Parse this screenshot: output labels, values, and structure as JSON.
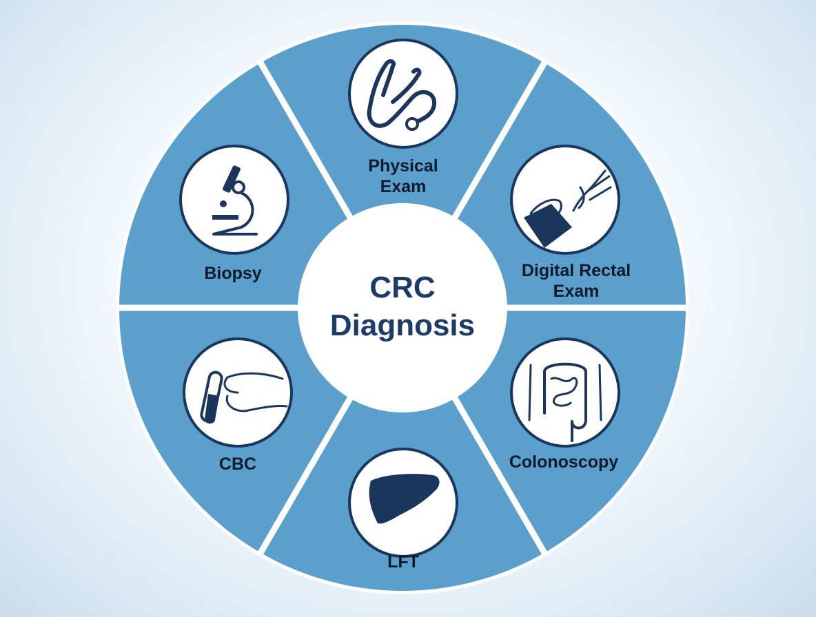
{
  "center": {
    "line1": "CRC",
    "line2": "Diagnosis"
  },
  "segments": [
    {
      "label_lines": [
        "Physical",
        "Exam"
      ],
      "icon": "stethoscope-icon"
    },
    {
      "label_lines": [
        "Digital Rectal",
        "Exam"
      ],
      "icon": "gloved-hand-icon"
    },
    {
      "label_lines": [
        "Colonoscopy"
      ],
      "icon": "intestine-icon"
    },
    {
      "label_lines": [
        "LFT"
      ],
      "icon": "liver-icon"
    },
    {
      "label_lines": [
        "CBC"
      ],
      "icon": "blood-test-tube-icon"
    },
    {
      "label_lines": [
        "Biopsy"
      ],
      "icon": "microscope-icon"
    }
  ],
  "colors": {
    "segment": "#5b9fcd",
    "icon": "#1a365d",
    "center_text": "#1c3b66",
    "divider": "#ffffff"
  }
}
